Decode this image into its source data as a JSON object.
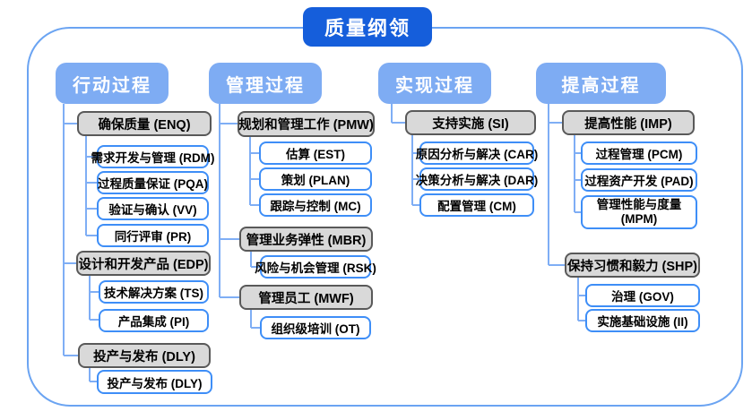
{
  "root": {
    "label": "质量纲领"
  },
  "columns": [
    {
      "header": "行动过程",
      "groups": [
        {
          "label": "确保质量 (ENQ)",
          "children": [
            "需求开发与管理 (RDM)",
            "过程质量保证 (PQA)",
            "验证与确认 (VV)",
            "同行评审 (PR)"
          ]
        },
        {
          "label": "设计和开发产品 (EDP)",
          "children": [
            "技术解决方案 (TS)",
            "产品集成 (PI)"
          ]
        },
        {
          "label": "投产与发布 (DLY)",
          "children": [
            "投产与发布 (DLY)"
          ]
        }
      ]
    },
    {
      "header": "管理过程",
      "groups": [
        {
          "label": "规划和管理工作 (PMW)",
          "children": [
            "估算 (EST)",
            "策划 (PLAN)",
            "跟踪与控制 (MC)"
          ]
        },
        {
          "label": "管理业务弹性 (MBR)",
          "children": [
            "风险与机会管理 (RSK)"
          ]
        },
        {
          "label": "管理员工 (MWF)",
          "children": [
            "组织级培训 (OT)"
          ]
        }
      ]
    },
    {
      "header": "实现过程",
      "groups": [
        {
          "label": "支持实施 (SI)",
          "children": [
            "原因分析与解决 (CAR)",
            "决策分析与解决 (DAR)",
            "配置管理 (CM)"
          ]
        }
      ]
    },
    {
      "header": "提高过程",
      "groups": [
        {
          "label": "提高性能 (IMP)",
          "children": [
            "过程管理 (PCM)",
            "过程资产开发 (PAD)",
            "管理性能与度量 (MPM)"
          ]
        },
        {
          "label": "保持习惯和毅力 (SHP)",
          "children": [
            "治理 (GOV)",
            "实施基础设施 (II)"
          ]
        }
      ]
    }
  ],
  "colors": {
    "root_fill": "#155EDB",
    "header_fill": "#7EACF3",
    "connector": "#7FAEF5",
    "frame_border": "#6BA4F2",
    "group_fill": "#D9D9D9",
    "group_border": "#595959",
    "leaf_border": "#3E8EF7",
    "leaf_fill": "#FFFFFF",
    "text_light": "#FFFFFF",
    "text_dark": "#000000"
  }
}
